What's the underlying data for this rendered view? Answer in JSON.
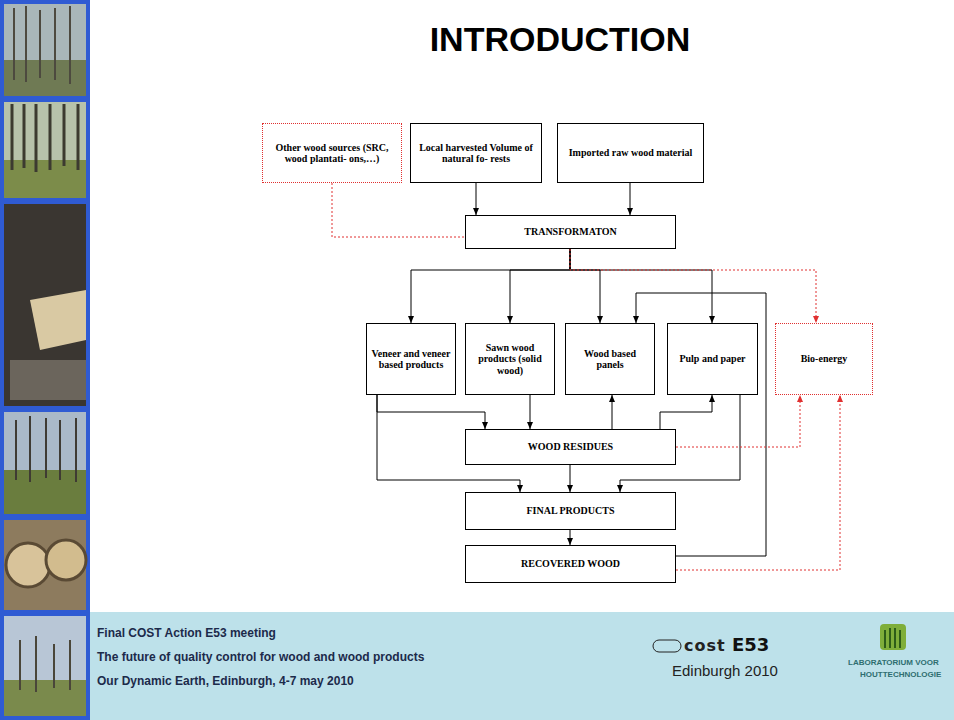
{
  "diagram": {
    "title": "INTRODUCTION",
    "nodes": [
      {
        "text": [
          "Other wood sources (SRC, wood plantati- ons,…)"
        ]
      },
      {
        "text": [
          "Local harvested Volume of natural fo- rests"
        ]
      },
      {
        "text": [
          "Imported raw wood material"
        ]
      },
      {
        "text": [
          "TRANSFORMATON"
        ]
      },
      {
        "text": [
          "Veneer and veneer based products"
        ]
      },
      {
        "text": [
          "Sawn wood products (solid wood)"
        ]
      },
      {
        "text": [
          "Wood based panels"
        ]
      },
      {
        "text": [
          "Pulp and paper"
        ]
      },
      {
        "text": [
          "Bio-energy"
        ]
      },
      {
        "text": [
          "WOOD RESIDUES"
        ]
      },
      {
        "text": [
          "FINAL PRODUCTS"
        ]
      },
      {
        "text": [
          "RECOVERED WOOD"
        ]
      }
    ],
    "edges": [
      {
        "from": 0,
        "to": 3,
        "arrow": "none"
      },
      {
        "from": 1,
        "to": 3,
        "arrow": "to"
      },
      {
        "from": 2,
        "to": 3,
        "arrow": "to"
      },
      {
        "from": 3,
        "to": 4,
        "arrow": "to"
      },
      {
        "from": 3,
        "to": 5,
        "arrow": "to"
      },
      {
        "from": 3,
        "to": 6,
        "arrow": "to"
      },
      {
        "from": 3,
        "to": 7,
        "arrow": "to"
      },
      {
        "from": 3,
        "to": 8,
        "arrow": "to"
      },
      {
        "from": 4,
        "to": 9,
        "arrow": "to"
      },
      {
        "from": 5,
        "to": 9,
        "arrow": "to"
      },
      {
        "from": 9,
        "to": 6,
        "arrow": "to"
      },
      {
        "from": 9,
        "to": 7,
        "arrow": "to"
      },
      {
        "from": 4,
        "to": 10,
        "arrow": "to"
      },
      {
        "from": 7,
        "to": 10,
        "arrow": "to"
      },
      {
        "from": 9,
        "to": 10,
        "arrow": "to"
      },
      {
        "from": 10,
        "to": 11,
        "arrow": "to"
      },
      {
        "from": 11,
        "to": 6,
        "arrow": "to"
      },
      {
        "from": 9,
        "to": 8,
        "arrow": "to"
      },
      {
        "from": 11,
        "to": 8,
        "arrow": "to"
      }
    ],
    "labels": [
      "Final COST Action E53 meeting",
      "The future of quality control for wood and wood products",
      "Our Dynamic Earth, Edinburgh, 4-7 may 2010",
      "cost",
      "E53",
      "Edinburgh 2010",
      "LABORATORIUM VOOR",
      "HOUTTECHNOLOGIE"
    ]
  }
}
